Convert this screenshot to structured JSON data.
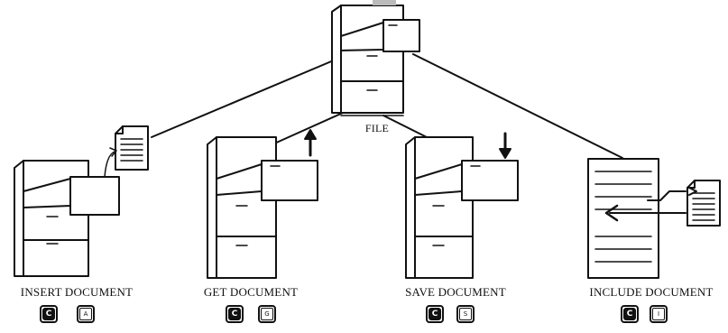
{
  "title": "FILE",
  "operations": [
    {
      "label": "INSERT DOCUMENT",
      "keys": [
        "commodore-key",
        "A"
      ]
    },
    {
      "label": "GET DOCUMENT",
      "keys": [
        "commodore-key",
        "G"
      ]
    },
    {
      "label": "SAVE DOCUMENT",
      "keys": [
        "commodore-key",
        "S"
      ]
    },
    {
      "label": "INCLUDE DOCUMENT",
      "keys": [
        "commodore-key",
        "I"
      ]
    }
  ],
  "icons": [
    "file-cabinet-icon",
    "document-icon",
    "arrow-up-icon",
    "arrow-down-icon",
    "arrow-left-icon",
    "commodore-key-icon"
  ],
  "colors": {
    "ink": "#111111",
    "paper": "#ffffff"
  }
}
